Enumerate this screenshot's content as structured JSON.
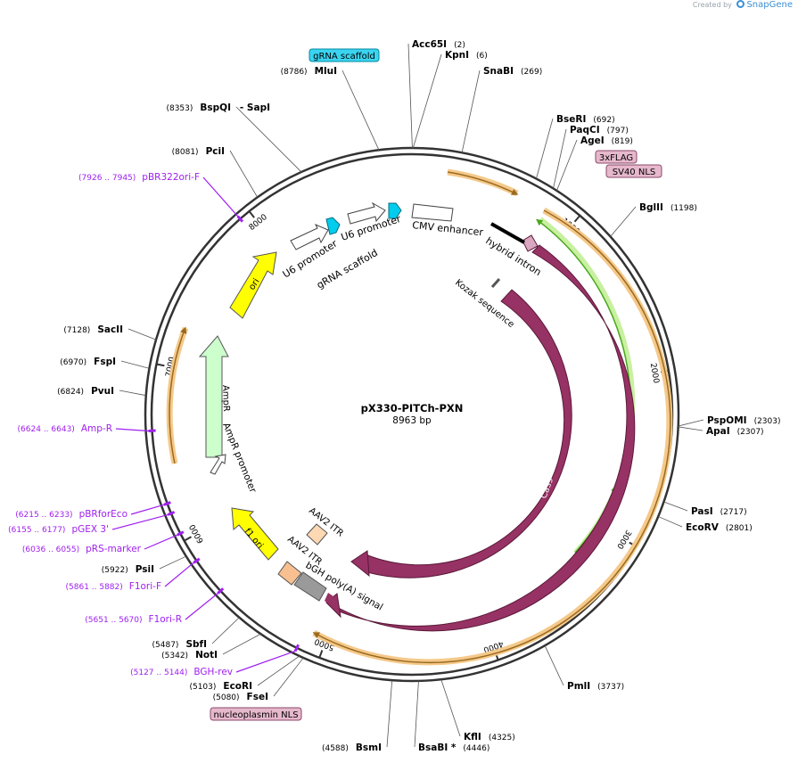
{
  "credit": {
    "created_by": "Created by",
    "brand": "SnapGene"
  },
  "plasmid": {
    "name": "pX330-PITCh-PXN",
    "size": "8963 bp",
    "total_bp": 8963
  },
  "colors": {
    "backbone": "#333333",
    "cas9": "#973265",
    "ori": "#ffff00",
    "ampr": "#ccffcc",
    "grna_scaffold": "#00cced",
    "primer": "#a020f0",
    "orange_feature": "#f0b460",
    "green_feature": "#4aa81e",
    "tag": "#d9a8c0",
    "itr": "#fdd9b3",
    "polya": "#999999"
  },
  "ticks": [
    {
      "label": "1000",
      "bp": 1000
    },
    {
      "label": "2000",
      "bp": 2000
    },
    {
      "label": "3000",
      "bp": 3000
    },
    {
      "label": "4000",
      "bp": 4000
    },
    {
      "label": "5000",
      "bp": 5000
    },
    {
      "label": "6000",
      "bp": 6000
    },
    {
      "label": "7000",
      "bp": 7000
    },
    {
      "label": "8000",
      "bp": 8000
    }
  ],
  "sites": [
    {
      "name": "Acc65I",
      "pos": "(2)",
      "bp": 2
    },
    {
      "name": "KpnI",
      "pos": "(6)",
      "bp": 6
    },
    {
      "name": "SnaBI",
      "pos": "(269)",
      "bp": 269
    },
    {
      "name": "BseRI",
      "pos": "(692)",
      "bp": 692
    },
    {
      "name": "PaqCI",
      "pos": "(797)",
      "bp": 797
    },
    {
      "name": "AgeI",
      "pos": "(819)",
      "bp": 819
    },
    {
      "name": "BglII",
      "pos": "(1198)",
      "bp": 1198
    },
    {
      "name": "PspOMI",
      "pos": "(2303)",
      "bp": 2303
    },
    {
      "name": "ApaI",
      "pos": "(2307)",
      "bp": 2307
    },
    {
      "name": "PasI",
      "pos": "(2717)",
      "bp": 2717
    },
    {
      "name": "EcoRV",
      "pos": "(2801)",
      "bp": 2801
    },
    {
      "name": "PmlI",
      "pos": "(3737)",
      "bp": 3737
    },
    {
      "name": "KflI",
      "pos": "(4325)",
      "bp": 4325
    },
    {
      "name": "BsaBI *",
      "pos": "(4446)",
      "bp": 4446
    },
    {
      "name": "BsmI",
      "pos": "(4588)",
      "bp": 4588
    },
    {
      "name": "FseI",
      "pos": "(5080)",
      "bp": 5080
    },
    {
      "name": "EcoRI",
      "pos": "(5103)",
      "bp": 5103
    },
    {
      "name": "NotI",
      "pos": "(5342)",
      "bp": 5342
    },
    {
      "name": "SbfI",
      "pos": "(5487)",
      "bp": 5487
    },
    {
      "name": "PsiI",
      "pos": "(5922)",
      "bp": 5922
    },
    {
      "name": "PvuI",
      "pos": "(6824)",
      "bp": 6824
    },
    {
      "name": "FspI",
      "pos": "(6970)",
      "bp": 6970
    },
    {
      "name": "SacII",
      "pos": "(7128)",
      "bp": 7128
    },
    {
      "name": "PciI",
      "pos": "(8081)",
      "bp": 8081
    },
    {
      "name": "BspQI",
      "pos": "(8353)",
      "bp": 8353
    },
    {
      "name": "- SapI",
      "pos": "",
      "bp": 8353
    },
    {
      "name": "MluI",
      "pos": "(8786)",
      "bp": 8786
    }
  ],
  "primers": [
    {
      "name": "pBR322ori-F",
      "range": "(7926 .. 7945)",
      "bp": 7935
    },
    {
      "name": "Amp-R",
      "range": "(6624 .. 6643)",
      "bp": 6633
    },
    {
      "name": "pBRforEco",
      "range": "(6215 .. 6233)",
      "bp": 6224
    },
    {
      "name": "pGEX 3'",
      "range": "(6155 .. 6177)",
      "bp": 6166
    },
    {
      "name": "pRS-marker",
      "range": "(6036 .. 6055)",
      "bp": 6045
    },
    {
      "name": "F1ori-F",
      "range": "(5861 .. 5882)",
      "bp": 5871
    },
    {
      "name": "F1ori-R",
      "range": "(5651 .. 5670)",
      "bp": 5660
    },
    {
      "name": "BGH-rev",
      "range": "(5127 .. 5144)",
      "bp": 5135
    }
  ],
  "boxed_labels": [
    {
      "name": "gRNA scaffold",
      "kind": "scaffold"
    },
    {
      "name": "3xFLAG",
      "kind": "tag"
    },
    {
      "name": "SV40 NLS",
      "kind": "tag"
    },
    {
      "name": "nucleoplasmin NLS",
      "kind": "tag"
    }
  ],
  "features": {
    "cmv_enhancer": "CMV enhancer",
    "hybrid_intron": "hybrid intron",
    "kozak": "Kozak sequence",
    "cas9": "Cas9",
    "cas9_outer": "Cas9",
    "aav2_itr_1": "AAV2 ITR",
    "aav2_itr_2": "AAV2 ITR",
    "bgh": "bGH poly(A) signal",
    "f1_ori": "f1 ori",
    "ampr_promoter": "AmpR promoter",
    "ampr": "AmpR",
    "ori": "ori",
    "u6_promoter_1": "U6 promoter",
    "u6_promoter_2": "U6 promoter",
    "grna_scaffold": "gRNA scaffold"
  }
}
